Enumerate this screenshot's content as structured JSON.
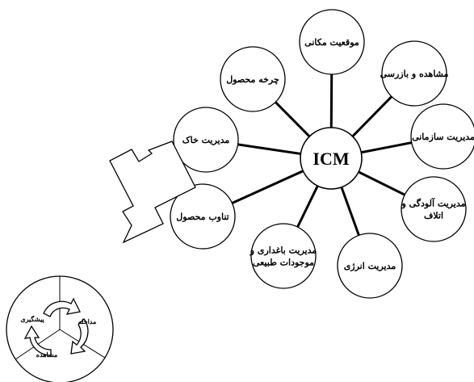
{
  "hub": {
    "label": "ICM"
  },
  "nodes": [
    {
      "id": "location",
      "lines": [
        "موقعیت مکانی"
      ]
    },
    {
      "id": "monitoring",
      "lines": [
        "مشاهده و بازرسی"
      ]
    },
    {
      "id": "organizational",
      "lines": [
        "مدیریت سازمانی"
      ]
    },
    {
      "id": "pollution",
      "lines": [
        "مدیریت آلودگی و",
        "اتلاف"
      ]
    },
    {
      "id": "energy",
      "lines": [
        "مدیریت انرژی"
      ]
    },
    {
      "id": "gardening",
      "lines": [
        "مدیریت باغداری و",
        "موجودات طبیعی"
      ]
    },
    {
      "id": "rotation",
      "lines": [
        "تناوب محصول"
      ]
    },
    {
      "id": "soil",
      "lines": [
        "مدیریت خاک"
      ]
    },
    {
      "id": "lifecycle",
      "lines": [
        "چرخه محصول"
      ]
    }
  ],
  "cycle": {
    "prevention": "پیشگیری",
    "intervention": "مداخله",
    "observation": "مشاهده"
  }
}
